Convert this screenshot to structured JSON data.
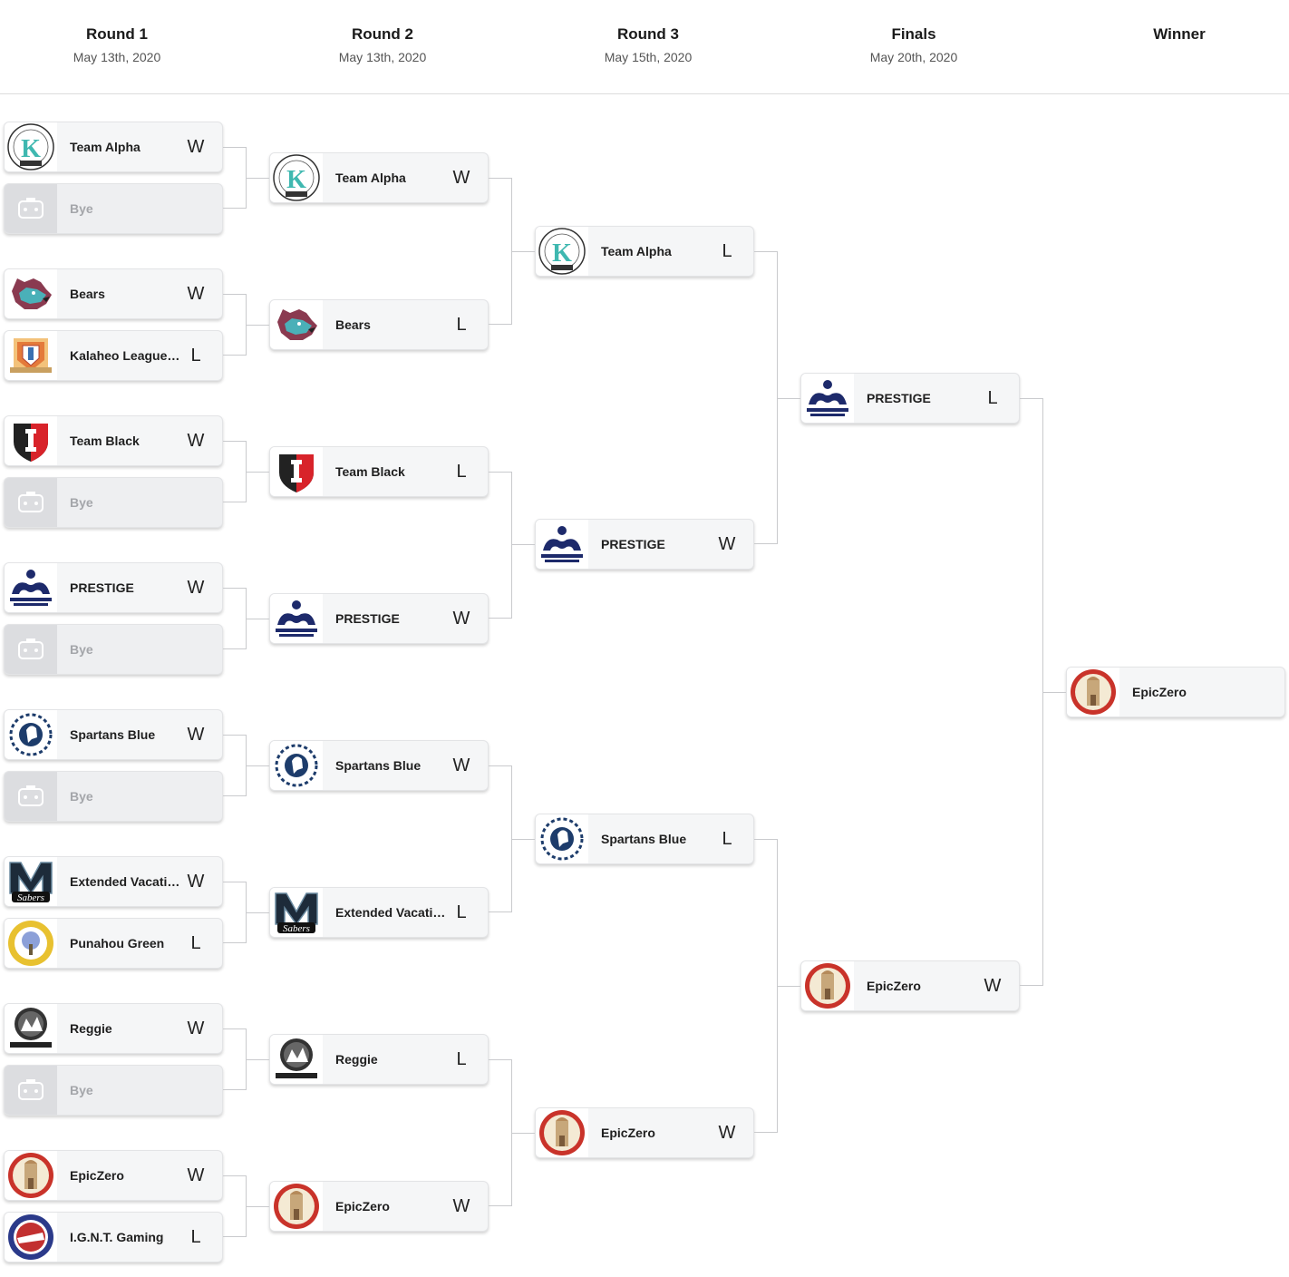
{
  "rounds": [
    {
      "title": "Round 1",
      "date": "May 13th, 2020"
    },
    {
      "title": "Round 2",
      "date": "May 13th, 2020"
    },
    {
      "title": "Round 3",
      "date": "May 15th, 2020"
    },
    {
      "title": "Finals",
      "date": "May 20th, 2020"
    },
    {
      "title": "Winner",
      "date": ""
    }
  ],
  "round1": [
    {
      "team": "Team Alpha",
      "result": "W",
      "logo": "k-crest-logo"
    },
    {
      "team": "Bye",
      "result": "",
      "logo": "placeholder-icon"
    },
    {
      "team": "Bears",
      "result": "W",
      "logo": "bear-logo"
    },
    {
      "team": "Kalaheo League of ...",
      "result": "L",
      "logo": "crest-logo"
    },
    {
      "team": "Team Black",
      "result": "W",
      "logo": "shield-i-logo"
    },
    {
      "team": "Bye",
      "result": "",
      "logo": "placeholder-icon"
    },
    {
      "team": "PRESTIGE",
      "result": "W",
      "logo": "moanalua-logo"
    },
    {
      "team": "Bye",
      "result": "",
      "logo": "placeholder-icon"
    },
    {
      "team": "Spartans Blue",
      "result": "W",
      "logo": "spartan-logo"
    },
    {
      "team": "Bye",
      "result": "",
      "logo": "placeholder-icon"
    },
    {
      "team": "Extended Vacation",
      "result": "W",
      "logo": "sabers-logo"
    },
    {
      "team": "Punahou Green",
      "result": "L",
      "logo": "punahou-logo"
    },
    {
      "team": "Reggie",
      "result": "W",
      "logo": "kihei-logo"
    },
    {
      "team": "Bye",
      "result": "",
      "logo": "placeholder-icon"
    },
    {
      "team": "EpicZero",
      "result": "W",
      "logo": "epiczero-logo"
    },
    {
      "team": "I.G.N.T. Gaming",
      "result": "L",
      "logo": "ignt-logo"
    }
  ],
  "round2": [
    {
      "team": "Team Alpha",
      "result": "W",
      "logo": "k-crest-logo"
    },
    {
      "team": "Bears",
      "result": "L",
      "logo": "bear-logo"
    },
    {
      "team": "Team Black",
      "result": "L",
      "logo": "shield-i-logo"
    },
    {
      "team": "PRESTIGE",
      "result": "W",
      "logo": "moanalua-logo"
    },
    {
      "team": "Spartans Blue",
      "result": "W",
      "logo": "spartan-logo"
    },
    {
      "team": "Extended Vacation",
      "result": "L",
      "logo": "sabers-logo"
    },
    {
      "team": "Reggie",
      "result": "L",
      "logo": "kihei-logo"
    },
    {
      "team": "EpicZero",
      "result": "W",
      "logo": "epiczero-logo"
    }
  ],
  "round3": [
    {
      "team": "Team Alpha",
      "result": "L",
      "logo": "k-crest-logo"
    },
    {
      "team": "PRESTIGE",
      "result": "W",
      "logo": "moanalua-logo"
    },
    {
      "team": "Spartans Blue",
      "result": "L",
      "logo": "spartan-logo"
    },
    {
      "team": "EpicZero",
      "result": "W",
      "logo": "epiczero-logo"
    }
  ],
  "finals": [
    {
      "team": "PRESTIGE",
      "result": "L",
      "logo": "moanalua-logo"
    },
    {
      "team": "EpicZero",
      "result": "W",
      "logo": "epiczero-logo"
    }
  ],
  "winner": [
    {
      "team": "EpicZero",
      "result": "",
      "logo": "epiczero-logo"
    }
  ],
  "colors": {
    "card_bg": "#f5f6f7",
    "connector": "#c9cacd",
    "bye_text": "#a4a6aa"
  }
}
